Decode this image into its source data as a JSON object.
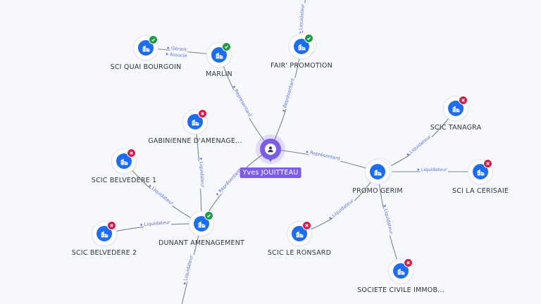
{
  "person": {
    "name": "Yves JOUITTEAU"
  },
  "companies": [
    {
      "id": "sci-quai-bourgoin",
      "name": "SCI QUAI BOURGOIN",
      "status": "active"
    },
    {
      "id": "marlin",
      "name": "MARLIN",
      "status": "active"
    },
    {
      "id": "fair-promotion",
      "name": "FAIR' PROMOTION",
      "status": "active"
    },
    {
      "id": "gabinienne",
      "name": "GABINIENNE D'AMENAGE...",
      "status": "closed"
    },
    {
      "id": "scic-belvedere-1",
      "name": "SCIC BELVEDERE 1",
      "status": "closed"
    },
    {
      "id": "scic-belvedere-2",
      "name": "SCIC BELVEDERE 2",
      "status": "closed"
    },
    {
      "id": "dunant",
      "name": "DUNANT AMENAGEMENT",
      "status": "active"
    },
    {
      "id": "promo-gerim",
      "name": "PROMO GERIM",
      "status": "none"
    },
    {
      "id": "scic-tanagra",
      "name": "SCIC TANAGRA",
      "status": "closed"
    },
    {
      "id": "sci-la-cerisaie",
      "name": "SCI LA CERISAIE",
      "status": "closed"
    },
    {
      "id": "scic-le-ronsard",
      "name": "SCIC LE RONSARD",
      "status": "closed"
    },
    {
      "id": "societe-civile",
      "name": "SOCIETE CIVILE IMMOB...",
      "status": "closed"
    }
  ],
  "edges": [
    {
      "from": "marlin",
      "to": "sci-quai-bourgoin",
      "label": "Gérant"
    },
    {
      "from": "marlin",
      "to": "sci-quai-bourgoin",
      "label": "Associé"
    },
    {
      "from": "person",
      "to": "marlin",
      "label": "Représentant"
    },
    {
      "from": "person",
      "to": "fair-promotion",
      "label": "Représentant"
    },
    {
      "from": "fair-promotion",
      "to": "offscreen-top",
      "label": "Liquidateur"
    },
    {
      "from": "person",
      "to": "promo-gerim",
      "label": "Représentant"
    },
    {
      "from": "person",
      "to": "dunant",
      "label": "Représentant"
    },
    {
      "from": "dunant",
      "to": "gabinienne",
      "label": "Liquidateur"
    },
    {
      "from": "dunant",
      "to": "scic-belvedere-1",
      "label": "Liquidateur"
    },
    {
      "from": "dunant",
      "to": "scic-belvedere-2",
      "label": "Liquidateur"
    },
    {
      "from": "dunant",
      "to": "offscreen-bottom",
      "label": "Liquidateur"
    },
    {
      "from": "promo-gerim",
      "to": "scic-tanagra",
      "label": "Liquidateur"
    },
    {
      "from": "promo-gerim",
      "to": "sci-la-cerisaie",
      "label": "Liquidateur"
    },
    {
      "from": "promo-gerim",
      "to": "scic-le-ronsard",
      "label": "Liquidateur"
    },
    {
      "from": "promo-gerim",
      "to": "societe-civile",
      "label": "Liquidateur"
    }
  ],
  "colors": {
    "company": "#1b6ef3",
    "person": "#7c5ce8",
    "active_badge": "#1e9a46",
    "closed_badge": "#d81b4a",
    "edge": "#7a8391",
    "edge_label": "#5a6fd3"
  },
  "icons": {
    "company": "building-icon",
    "person": "person-icon",
    "active": "check-icon",
    "closed": "cross-icon"
  }
}
